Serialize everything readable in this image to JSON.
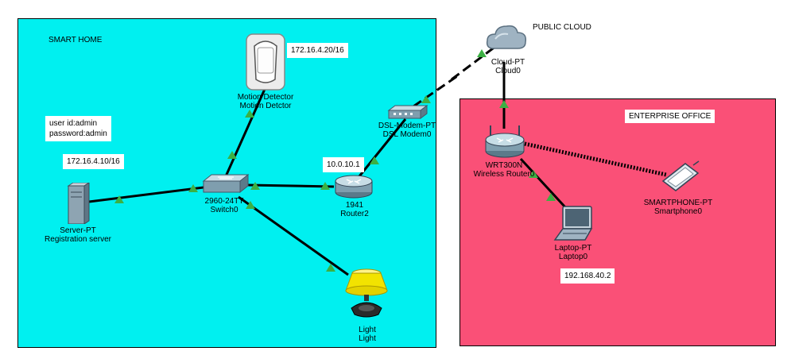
{
  "zones": {
    "smart_home": "SMART HOME",
    "public_cloud": "PUBLIC CLOUD",
    "enterprise": "ENTERPRISE OFFICE"
  },
  "notes": {
    "credentials_user": "user id:admin",
    "credentials_pass": "password:admin",
    "server_ip": "172.16.4.10/16",
    "motion_ip": "172.16.4.20/16",
    "router_ip": "10.0.10.1",
    "laptop_ip": "192.168.40.2"
  },
  "devices": {
    "motion": {
      "model": "Motion Detector",
      "name": "Motion Detctor"
    },
    "server": {
      "model": "Server-PT",
      "name": "Registration server"
    },
    "switch": {
      "model": "2960-24TT",
      "name": "Switch0"
    },
    "router": {
      "model": "1941",
      "name": "Router2"
    },
    "modem": {
      "model": "DSL-Modem-PT",
      "name": "DSL Modem0"
    },
    "light": {
      "model": "Light",
      "name": "Light"
    },
    "cloud": {
      "model": "Cloud-PT",
      "name": "Cloud0"
    },
    "wrouter": {
      "model": "WRT300N",
      "name": "Wireless Router0"
    },
    "laptop": {
      "model": "Laptop-PT",
      "name": "Laptop0"
    },
    "phone": {
      "model": "SMARTPHONE-PT",
      "name": "Smartphone0"
    }
  },
  "colors": {
    "smart_home_bg": "#00f0f0",
    "enterprise_bg": "#fa5077",
    "link_up_marker": "#3cb043"
  }
}
